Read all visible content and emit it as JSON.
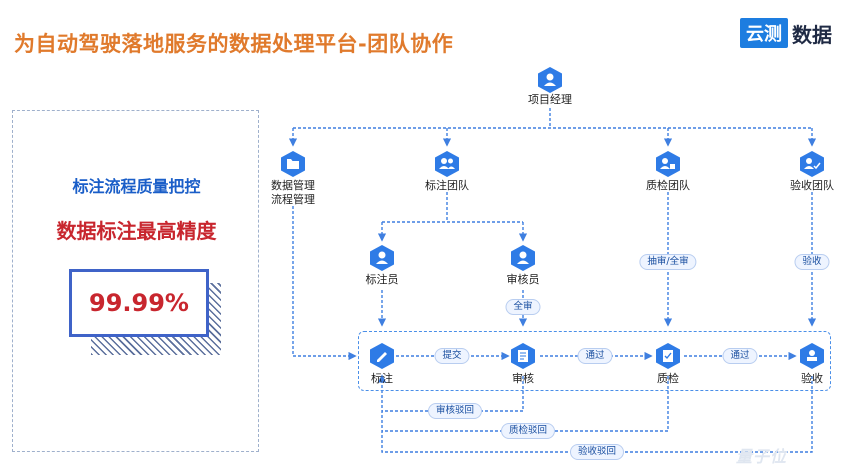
{
  "header": {
    "title": "为自动驾驶落地服务的数据处理平台-团队协作",
    "logo_box": "云测",
    "logo_text": "数据"
  },
  "left_panel": {
    "subtitle": "标注流程质量把控",
    "headline": "数据标注最高精度",
    "value": "99.99%"
  },
  "roles": {
    "pm": "项目经理",
    "data_mgmt_line1": "数据管理",
    "data_mgmt_line2": "流程管理",
    "label_team": "标注团队",
    "qc_team": "质检团队",
    "accept_team": "验收团队",
    "labeler": "标注员",
    "reviewer": "审核员"
  },
  "process": {
    "steps": [
      "标注",
      "审核",
      "质检",
      "验收"
    ],
    "submit": "提交",
    "pass1": "通过",
    "pass2": "通过",
    "full_review": "全审",
    "sample_full": "抽审/全审",
    "accept_check": "验收",
    "review_reject": "审核驳回",
    "qc_reject": "质检驳回",
    "accept_reject": "验收驳回"
  },
  "icons": {
    "pm": "manager-icon",
    "data_mgmt": "folder-icon",
    "label_team": "team-icon",
    "qc_team": "team-icon",
    "accept_team": "team-icon",
    "labeler": "user-icon",
    "reviewer": "user-icon",
    "step_label": "pen-icon",
    "step_review": "document-icon",
    "step_qc": "checklist-icon",
    "step_accept": "stamp-icon"
  },
  "colors": {
    "title": "#e07a2c",
    "accent_blue": "#1a5ec8",
    "node_blue": "#2e7be6",
    "value_red": "#c8262e"
  },
  "watermark": "量子位"
}
